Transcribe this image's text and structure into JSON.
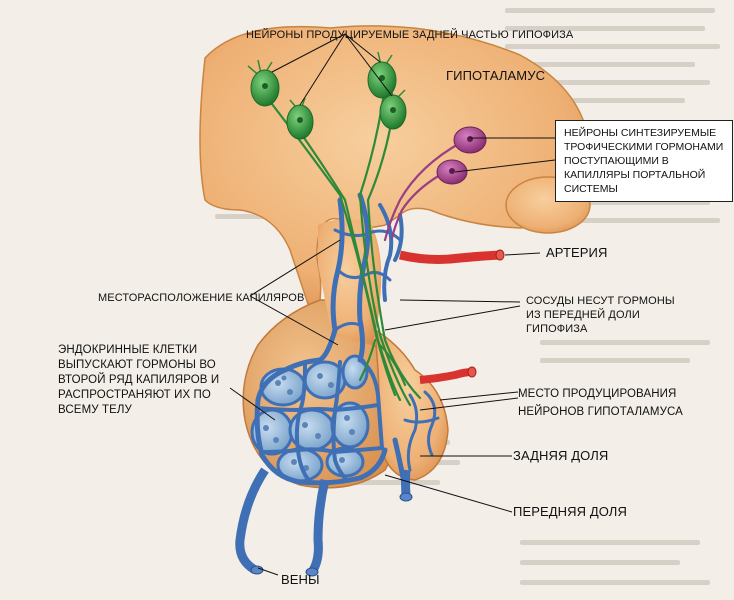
{
  "labels": {
    "posterior_neurons": "НЕЙРОНЫ ПРОДУЦИРУЕМЫЕ ЗАДНЕЙ ЧАСТЬЮ ГИПОФИЗА",
    "hypothalamus": "ГИПОТАЛАМУС",
    "trophic_neurons": "НЕЙРОНЫ СИНТЕЗИРУЕМЫЕ ТРОФИЧЕСКИМИ ГОРМОНАМИ ПОСТУПАЮЩИМИ В КАПИЛЛЯРЫ ПОРТАЛЬНОЙ СИСТЕМЫ",
    "artery": "АРТЕРИЯ",
    "capillaries": "МЕСТОРАСПОЛОЖЕНИЕ КАПИЛЯРОВ",
    "vessels": "СОСУДЫ НЕСУТ ГОРМОНЫ ИЗ ПЕРЕДНЕЙ ДОЛИ ГИПОФИЗА",
    "endocrine": "ЭНДОКРИННЫЕ КЛЕТКИ ВЫПУСКАЮТ ГОРМОНЫ ВО ВТОРОЙ РЯД КАПИЛЯРОВ И РАСПРОСТРАНЯЮТ ИХ ПО ВСЕМУ ТЕЛУ",
    "neuron_site": "МЕСТО ПРОДУЦИРОВАНИЯ НЕЙРОНОВ ГИПОТАЛАМУСА",
    "posterior_lobe": "ЗАДНЯЯ ДОЛЯ",
    "anterior_lobe": "ПЕРЕДНЯЯ ДОЛЯ",
    "veins": "ВЕНЫ"
  },
  "colors": {
    "tissue": "#f0b57a",
    "tissue_dark": "#d98f4e",
    "vein": "#3f6fb4",
    "artery": "#d8332e",
    "neuron_green": "#2e8b3a",
    "neuron_purple": "#9a3f82",
    "cell": "#8fb3d6"
  }
}
